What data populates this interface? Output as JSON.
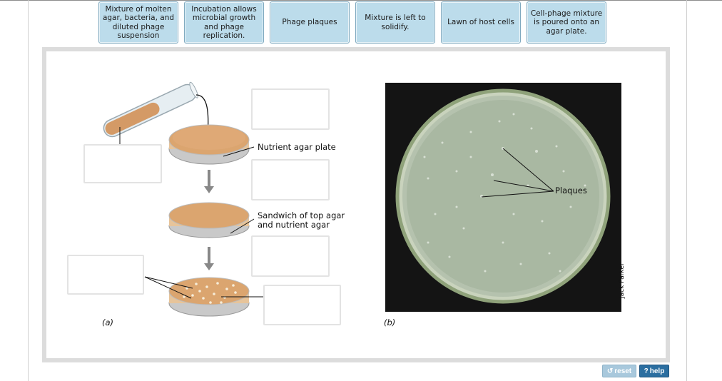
{
  "labels": [
    "Mixture of molten agar, bacteria, and diluted phage suspension",
    "Incubation allows microbial growth and phage replication.",
    "Phage plaques",
    "Mixture is left to solidify.",
    "Lawn of host cells",
    "Cell-phage mixture is poured onto an agar plate."
  ],
  "diagram": {
    "nutrient_plate": "Nutrient agar plate",
    "sandwich_line1": "Sandwich of top agar",
    "sandwich_line2": "and nutrient agar",
    "part_a": "(a)",
    "part_b": "(b)",
    "plaques": "Plaques",
    "credit": "Jack Parker"
  },
  "buttons": {
    "reset": "reset",
    "help": "help"
  },
  "colors": {
    "label_bg": "#bcdceb",
    "agar": "#d9a06a",
    "help_bg": "#2b6ea0",
    "reset_bg": "#a8c8dc"
  }
}
